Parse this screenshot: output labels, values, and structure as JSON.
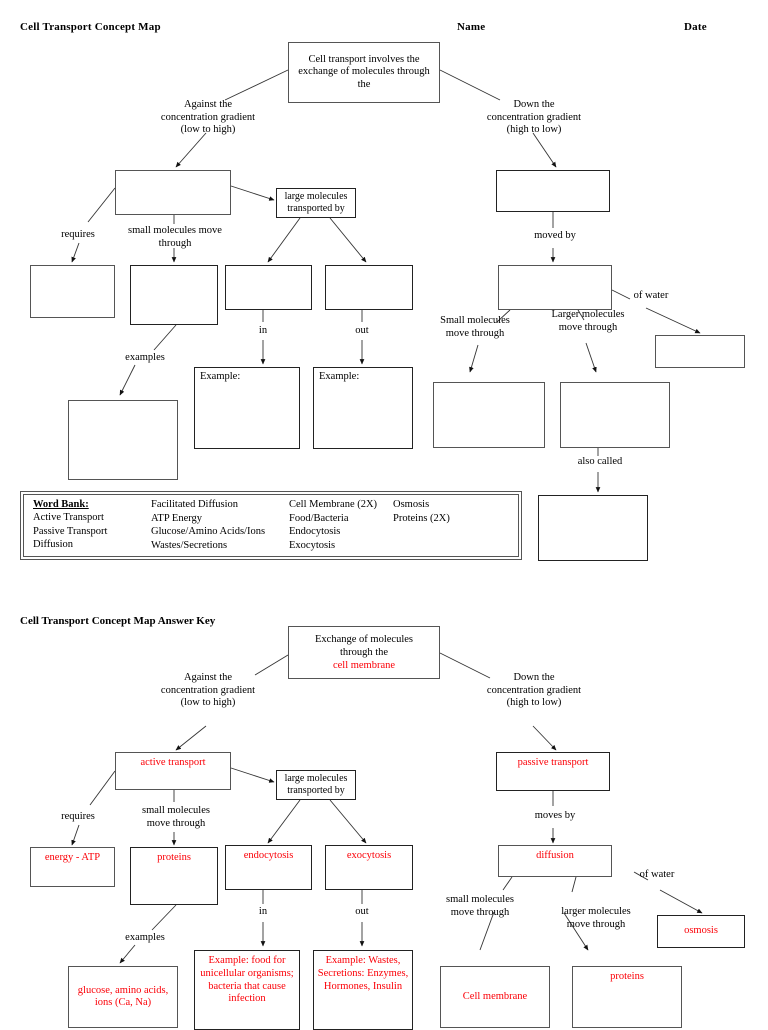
{
  "document": {
    "worksheet_title": "Cell Transport Concept Map",
    "name_label": "Name",
    "date_label": "Date",
    "answer_key_title": "Cell Transport Concept Map Answer Key"
  },
  "colors": {
    "answer_red": "#fb0007",
    "box_border": "#555555",
    "text_black": "#000000",
    "page_background": "#ffffff"
  },
  "worksheet": {
    "root_box": "Cell transport involves the exchange of molecules through the",
    "left_branch_caption": "Against the\nconcentration gradient\n(low to high)",
    "right_branch_caption": "Down the\nconcentration gradient\n(high to low)",
    "active_transport_box": "",
    "large_molecules_box": "large molecules\ntransported by",
    "requires_caption": "requires",
    "small_molecules_caption": "small molecules move\nthrough",
    "energy_box": "",
    "proteins_box": "",
    "endocytosis_box": "",
    "exocytosis_box": "",
    "in_caption": "in",
    "out_caption": "out",
    "examples_caption": "examples",
    "glucose_box": "",
    "example_in_box": "Example:",
    "example_out_box": "Example:",
    "passive_transport_box": "",
    "moved_by_caption": "moved by",
    "diffusion_box": "",
    "small_molecules_right_caption": "Small molecules\nmove through",
    "larger_molecules_right_caption": "Larger molecules\nmove through",
    "of_water_caption": "of water",
    "osmosis_box": "",
    "cell_membrane_box": "",
    "proteins_right_box": "",
    "also_called_caption": "also called",
    "facilitated_diffusion_box": ""
  },
  "word_bank": {
    "title": "Word Bank:",
    "column1": "Active Transport\nPassive Transport\nDiffusion",
    "column2": "Facilitated Diffusion\nATP Energy\nGlucose/Amino Acids/Ions\nWastes/Secretions",
    "column3": "Cell Membrane (2X)\nFood/Bacteria\nEndocytosis\nExocytosis",
    "column4": "Osmosis\nProteins (2X)"
  },
  "answer_key": {
    "root_box_black": "Exchange of molecules\nthrough the",
    "root_box_red": "cell membrane",
    "left_branch_caption": "Against the\nconcentration gradient\n(low to high)",
    "right_branch_caption": "Down the\nconcentration gradient\n(high to low)",
    "active_transport_box": "active transport",
    "large_molecules_box": "large molecules\ntransported by",
    "requires_caption": "requires",
    "small_molecules_caption": "small molecules\nmove through",
    "energy_box": "energy - ATP",
    "proteins_box": "proteins",
    "endocytosis_box": "endocytosis",
    "exocytosis_box": "exocytosis",
    "in_caption": "in",
    "out_caption": "out",
    "examples_caption": "examples",
    "glucose_box": "glucose, amino\nacids, ions (Ca, Na)",
    "example_in_box": "Example: food for\nunicellular\norganisms; bacteria\nthat cause infection",
    "example_out_box": "Example:\nWastes, Secretions:\nEnzymes,\nHormones, Insulin",
    "passive_transport_box": "passive transport",
    "moves_by_caption": "moves by",
    "diffusion_box": "diffusion",
    "small_molecules_right_caption": "small molecules\nmove through",
    "larger_molecules_right_caption": "larger molecules\nmove through",
    "of_water_caption": "of water",
    "osmosis_box": "osmosis",
    "cell_membrane_box": "Cell membrane",
    "proteins_right_box": "proteins"
  }
}
